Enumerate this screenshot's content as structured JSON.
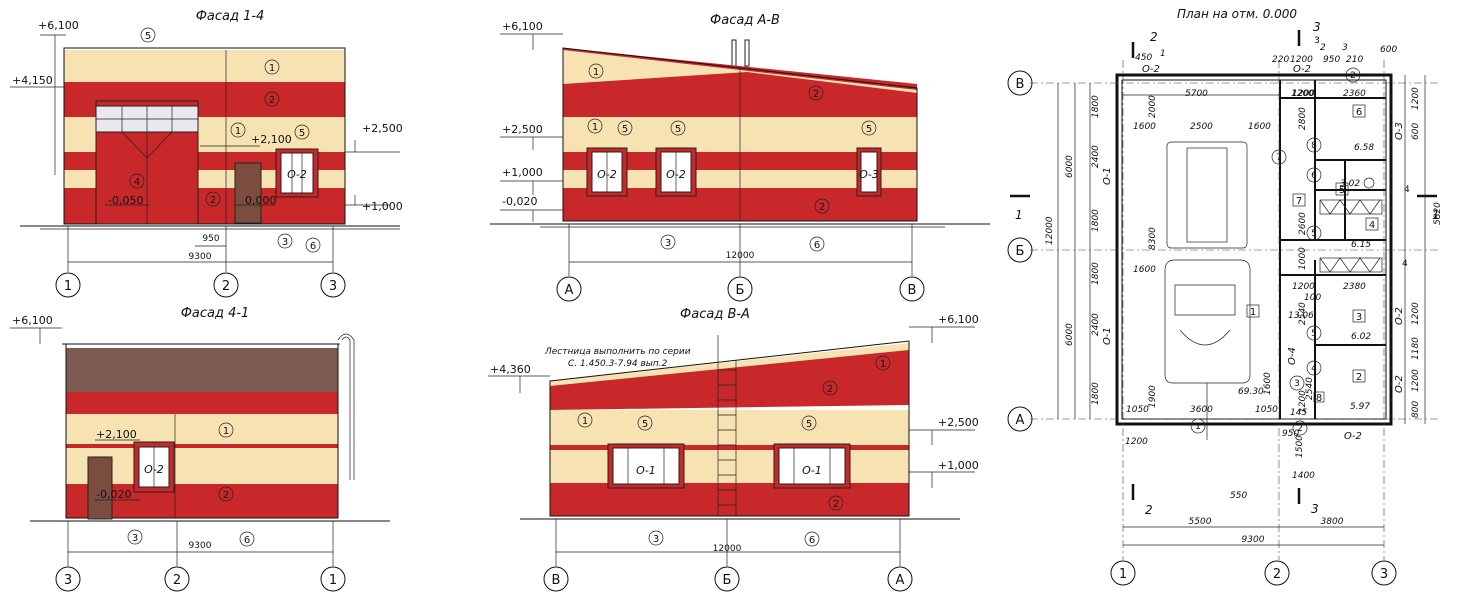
{
  "colors": {
    "red": "#c8282a",
    "cream": "#f7e3b2",
    "brown": "#7a4d3e",
    "roof_dark": "#7b5a52",
    "line": "#111111"
  },
  "facade_1_4": {
    "title": "Фасад 1-4",
    "levels": [
      "+6,100",
      "+4,150",
      "+2,500",
      "+2,100",
      "+1,000",
      "-0,050",
      "0,000"
    ],
    "markers": [
      "5",
      "1",
      "2",
      "1",
      "5",
      "4",
      "2",
      "3",
      "6"
    ],
    "window": "О-2",
    "dims": [
      "950",
      "9300"
    ],
    "axes": [
      "1",
      "2",
      "3"
    ]
  },
  "facade_a_v": {
    "title": "Фасад А-В",
    "levels": [
      "+6,100",
      "+2,500",
      "+1,000",
      "-0,020"
    ],
    "markers": [
      "1",
      "2",
      "1",
      "5",
      "5",
      "5",
      "2",
      "3",
      "6"
    ],
    "windows": [
      "О-2",
      "О-2",
      "О-3"
    ],
    "dims": [
      "12000"
    ],
    "axes": [
      "А",
      "Б",
      "В"
    ]
  },
  "facade_4_1": {
    "title": "Фасад 4-1",
    "levels": [
      "+6,100",
      "+2,100",
      "-0,020"
    ],
    "markers": [
      "1",
      "2",
      "3",
      "6"
    ],
    "window": "О-2",
    "dims": [
      "9300"
    ],
    "axes": [
      "3",
      "2",
      "1"
    ]
  },
  "facade_v_a": {
    "title": "Фасад В-А",
    "note_line1": "Лестница выполнить по серии",
    "note_line2": "С. 1.450.3-7.94 вып.2",
    "levels": [
      "+6,100",
      "+4,360",
      "+2,500",
      "+1,000"
    ],
    "markers": [
      "1",
      "2",
      "1",
      "5",
      "5",
      "2",
      "3",
      "6"
    ],
    "windows": [
      "О-1",
      "О-1"
    ],
    "dims": [
      "12000"
    ],
    "axes": [
      "В",
      "Б",
      "А"
    ]
  },
  "plan": {
    "title": "План на отм. 0.000",
    "axes_left": [
      "В",
      "Б",
      "А"
    ],
    "axes_bottom": [
      "1",
      "2",
      "3"
    ],
    "section_marks": [
      "2",
      "3",
      "1",
      "1",
      "2",
      "3"
    ],
    "left_dims": [
      "1800",
      "2400",
      "1800",
      "1800",
      "2400",
      "1800",
      "6000",
      "6000",
      "12000"
    ],
    "right_dims": [
      "1200",
      "600",
      "5820",
      "1200",
      "1180",
      "1200",
      "800"
    ],
    "top_dims": [
      "450",
      "1",
      "220",
      "1200",
      "950",
      "2",
      "210",
      "3",
      "600",
      "2360",
      "5700",
      "1200"
    ],
    "inner_dims": [
      "1600",
      "2500",
      "1600",
      "2000",
      "8300",
      "1600",
      "1900",
      "1050",
      "3600",
      "1050",
      "2800",
      "2600",
      "2540",
      "2540",
      "1200",
      "1600",
      "1200",
      "2380",
      "100",
      "1000",
      "950",
      "1400",
      "1500",
      "1200",
      "1200",
      "145",
      "550"
    ],
    "bottom_dims": [
      "5500",
      "3800",
      "9300"
    ],
    "rooms": [
      "1",
      "2",
      "3",
      "4",
      "5",
      "6",
      "7",
      "8"
    ],
    "areas": [
      "69.30",
      "13.06",
      "6.58",
      "3.02",
      "6.15",
      "6.02",
      "5.97"
    ],
    "room_markers": [
      "7",
      "8",
      "6",
      "5",
      "5",
      "3",
      "4",
      "2",
      "4",
      "4"
    ],
    "openings": [
      "О-2",
      "О-2",
      "О-3",
      "О-1",
      "О-1",
      "О-2",
      "О-2",
      "О-2",
      "О-4"
    ],
    "numbers": [
      "1",
      "2",
      "3"
    ]
  }
}
